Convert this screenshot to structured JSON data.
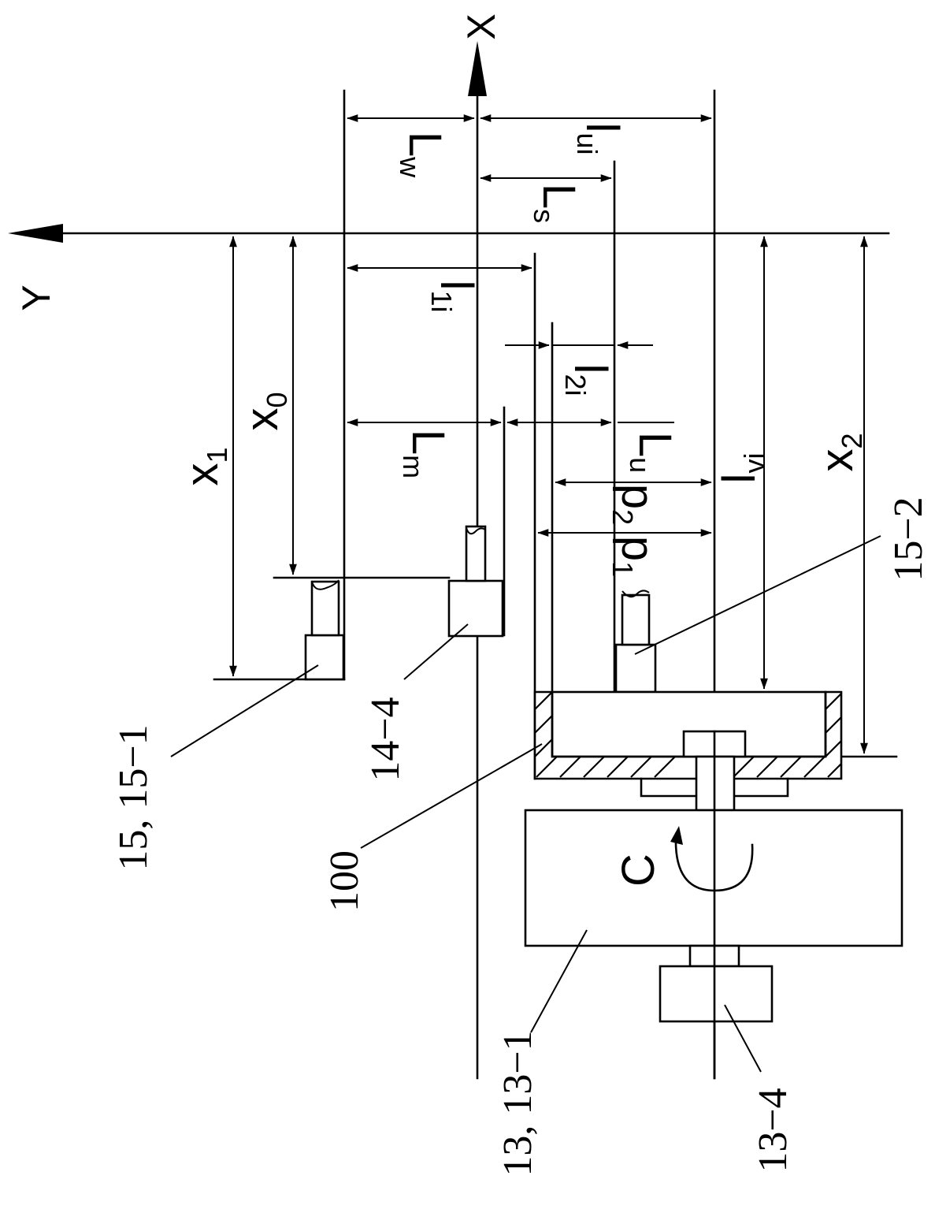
{
  "diagram": {
    "axes": {
      "x": "X",
      "y": "Y"
    },
    "dimensions": {
      "Lw": {
        "main": "L",
        "sub": "w"
      },
      "lui": {
        "main": "l",
        "sub": "ui"
      },
      "Ls": {
        "main": "L",
        "sub": "s"
      },
      "l1i": {
        "main": "l",
        "sub": "1i"
      },
      "l2i": {
        "main": "l",
        "sub": "2i"
      },
      "Lm": {
        "main": "L",
        "sub": "m"
      },
      "Lu": {
        "main": "L",
        "sub": "u"
      },
      "p2": {
        "main": "p",
        "sub": "2"
      },
      "p1": {
        "main": "p",
        "sub": "1"
      },
      "lvi": {
        "main": "l",
        "sub": "vi"
      },
      "x0": {
        "main": "x",
        "sub": "0"
      },
      "x1": {
        "main": "x",
        "sub": "1"
      },
      "x2": {
        "main": "x",
        "sub": "2"
      }
    },
    "rotation_label": "C",
    "callouts": {
      "tool_15_1": "15, 15−1",
      "tool_14_4": "14−4",
      "workpiece_100": "100",
      "chuck_13_1": "13, 13−1",
      "motor_13_4": "13−4",
      "tool_15_2": "15−2"
    }
  }
}
